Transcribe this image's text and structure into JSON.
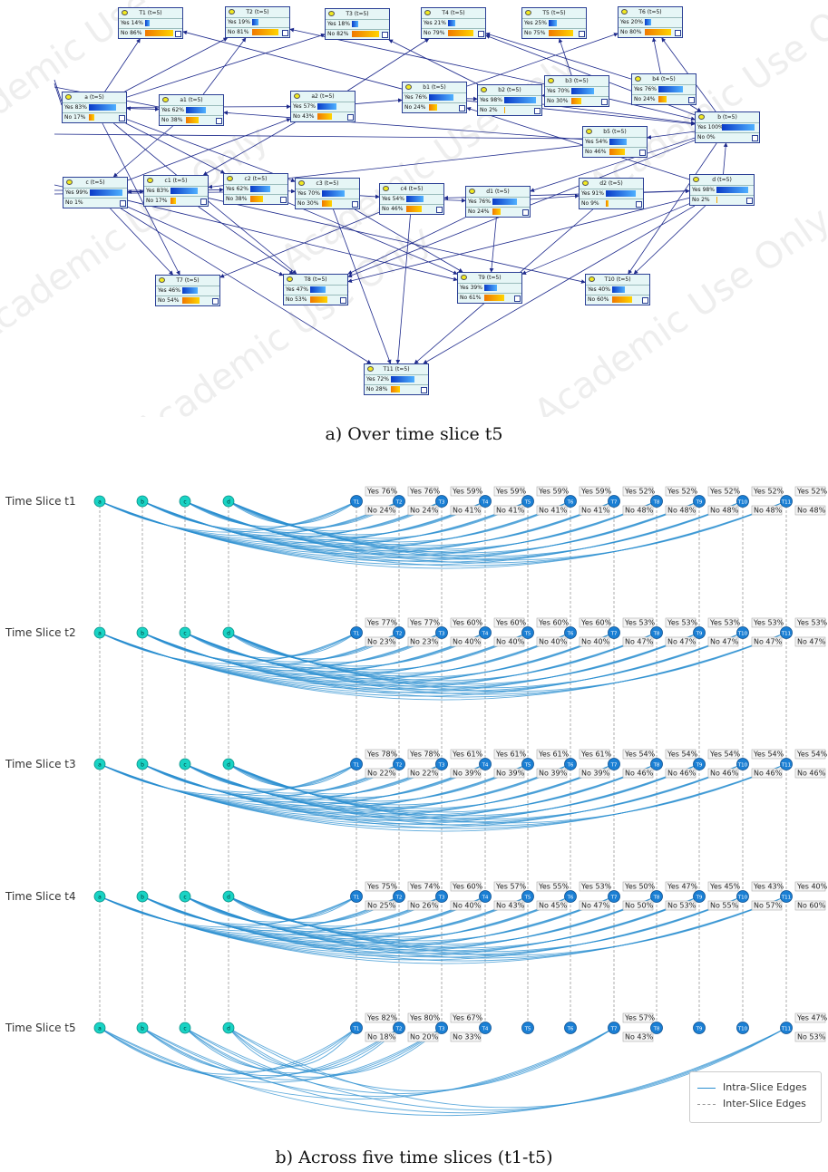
{
  "part_a": {
    "caption": "a) Over time slice t5",
    "watermark": "Academic Use Only",
    "nodes": [
      {
        "id": "T1",
        "title": "T1 (t=5)",
        "yes_label": "Yes 14%",
        "no_label": "No  86%",
        "yes": 14,
        "no": 86
      },
      {
        "id": "T2",
        "title": "T2 (t=5)",
        "yes_label": "Yes 19%",
        "no_label": "No  81%",
        "yes": 19,
        "no": 81
      },
      {
        "id": "T3",
        "title": "T3 (t=5)",
        "yes_label": "Yes 18%",
        "no_label": "No  82%",
        "yes": 18,
        "no": 82
      },
      {
        "id": "T4",
        "title": "T4 (t=5)",
        "yes_label": "Yes 21%",
        "no_label": "No  79%",
        "yes": 21,
        "no": 79
      },
      {
        "id": "T5",
        "title": "T5 (t=5)",
        "yes_label": "Yes 25%",
        "no_label": "No  75%",
        "yes": 25,
        "no": 75
      },
      {
        "id": "T6",
        "title": "T6 (t=5)",
        "yes_label": "Yes 20%",
        "no_label": "No  80%",
        "yes": 20,
        "no": 80
      },
      {
        "id": "a",
        "title": "a (t=5)",
        "yes_label": "Yes 83%",
        "no_label": "No  17%",
        "yes": 83,
        "no": 17
      },
      {
        "id": "a1",
        "title": "a1 (t=5)",
        "yes_label": "Yes 62%",
        "no_label": "No  38%",
        "yes": 62,
        "no": 38
      },
      {
        "id": "a2",
        "title": "a2 (t=5)",
        "yes_label": "Yes 57%",
        "no_label": "No  43%",
        "yes": 57,
        "no": 43
      },
      {
        "id": "b1",
        "title": "b1 (t=5)",
        "yes_label": "Yes 76%",
        "no_label": "No  24%",
        "yes": 76,
        "no": 24
      },
      {
        "id": "b2",
        "title": "b2 (t=5)",
        "yes_label": "Yes 98%",
        "no_label": "No   2%",
        "yes": 98,
        "no": 2
      },
      {
        "id": "b3",
        "title": "b3 (t=5)",
        "yes_label": "Yes 70%",
        "no_label": "No  30%",
        "yes": 70,
        "no": 30
      },
      {
        "id": "b4",
        "title": "b4 (t=5)",
        "yes_label": "Yes 76%",
        "no_label": "No  24%",
        "yes": 76,
        "no": 24
      },
      {
        "id": "b",
        "title": "b (t=5)",
        "yes_label": "Yes 100%",
        "no_label": "No    0%",
        "yes": 100,
        "no": 0
      },
      {
        "id": "b5",
        "title": "b5 (t=5)",
        "yes_label": "Yes 54%",
        "no_label": "No  46%",
        "yes": 54,
        "no": 46
      },
      {
        "id": "c",
        "title": "c (t=5)",
        "yes_label": "Yes 99%",
        "no_label": "No    1%",
        "yes": 99,
        "no": 1
      },
      {
        "id": "c1",
        "title": "c1 (t=5)",
        "yes_label": "Yes 83%",
        "no_label": "No  17%",
        "yes": 83,
        "no": 17
      },
      {
        "id": "c2",
        "title": "c2 (t=5)",
        "yes_label": "Yes 62%",
        "no_label": "No  38%",
        "yes": 62,
        "no": 38
      },
      {
        "id": "c3",
        "title": "c3 (t=5)",
        "yes_label": "Yes 70%",
        "no_label": "No  30%",
        "yes": 70,
        "no": 30
      },
      {
        "id": "c4",
        "title": "c4 (t=5)",
        "yes_label": "Yes 54%",
        "no_label": "No  46%",
        "yes": 54,
        "no": 46
      },
      {
        "id": "d1",
        "title": "d1 (t=5)",
        "yes_label": "Yes 76%",
        "no_label": "No  24%",
        "yes": 76,
        "no": 24
      },
      {
        "id": "d2",
        "title": "d2 (t=5)",
        "yes_label": "Yes 91%",
        "no_label": "No   9%",
        "yes": 91,
        "no": 9
      },
      {
        "id": "d",
        "title": "d (t=5)",
        "yes_label": "Yes 98%",
        "no_label": "No   2%",
        "yes": 98,
        "no": 2
      },
      {
        "id": "T7",
        "title": "T7 (t=5)",
        "yes_label": "Yes 46%",
        "no_label": "No  54%",
        "yes": 46,
        "no": 54
      },
      {
        "id": "T8",
        "title": "T8 (t=5)",
        "yes_label": "Yes 47%",
        "no_label": "No  53%",
        "yes": 47,
        "no": 53
      },
      {
        "id": "T9",
        "title": "T9 (t=5)",
        "yes_label": "Yes 39%",
        "no_label": "No  61%",
        "yes": 39,
        "no": 61
      },
      {
        "id": "T10",
        "title": "T10 (t=5)",
        "yes_label": "Yes 40%",
        "no_label": "No  60%",
        "yes": 40,
        "no": 60
      },
      {
        "id": "T11",
        "title": "T11 (t=5)",
        "yes_label": "Yes 72%",
        "no_label": "No  28%",
        "yes": 72,
        "no": 28
      }
    ],
    "edges": [
      [
        "a",
        "T1"
      ],
      [
        "a",
        "T2"
      ],
      [
        "a",
        "T3"
      ],
      [
        "a",
        "a1"
      ],
      [
        "a",
        "a2"
      ],
      [
        "a",
        "c2"
      ],
      [
        "a",
        "c3"
      ],
      [
        "a",
        "T7"
      ],
      [
        "a",
        "T8"
      ],
      [
        "a1",
        "T2"
      ],
      [
        "a1",
        "c"
      ],
      [
        "a1",
        "a"
      ],
      [
        "a2",
        "T4"
      ],
      [
        "a2",
        "b1"
      ],
      [
        "a2",
        "c1"
      ],
      [
        "b1",
        "T1"
      ],
      [
        "b1",
        "T6"
      ],
      [
        "b1",
        "b2"
      ],
      [
        "b1",
        "b"
      ],
      [
        "b2",
        "T3"
      ],
      [
        "b2",
        "b"
      ],
      [
        "b3",
        "T5"
      ],
      [
        "b3",
        "b2"
      ],
      [
        "b3",
        "b"
      ],
      [
        "b3",
        "T2"
      ],
      [
        "b4",
        "T6"
      ],
      [
        "b4",
        "b"
      ],
      [
        "b4",
        "T4"
      ],
      [
        "b",
        "T6"
      ],
      [
        "b",
        "T4"
      ],
      [
        "b",
        "b5"
      ],
      [
        "b",
        "d1"
      ],
      [
        "b",
        "T8"
      ],
      [
        "b",
        "T10"
      ],
      [
        "b5",
        "c1"
      ],
      [
        "b5",
        "a1"
      ],
      [
        "c",
        "c1"
      ],
      [
        "c",
        "T7"
      ],
      [
        "c",
        "T8"
      ],
      [
        "c",
        "T11"
      ],
      [
        "c",
        "a2"
      ],
      [
        "c",
        "T9"
      ],
      [
        "c1",
        "c2"
      ],
      [
        "c1",
        "T8"
      ],
      [
        "c1",
        "T10"
      ],
      [
        "c1",
        "c"
      ],
      [
        "c2",
        "c3"
      ],
      [
        "c2",
        "T9"
      ],
      [
        "c3",
        "c4"
      ],
      [
        "c3",
        "T9"
      ],
      [
        "c3",
        "T11"
      ],
      [
        "c4",
        "d1"
      ],
      [
        "c4",
        "T7"
      ],
      [
        "c4",
        "T11"
      ],
      [
        "d1",
        "d2"
      ],
      [
        "d1",
        "T9"
      ],
      [
        "d1",
        "T8"
      ],
      [
        "d2",
        "d"
      ],
      [
        "d2",
        "T11"
      ],
      [
        "d",
        "T10"
      ],
      [
        "d",
        "b"
      ],
      [
        "d",
        "T9"
      ],
      [
        "d",
        "T11"
      ],
      [
        "d",
        "T8"
      ],
      [
        "d",
        "b1"
      ],
      [
        "d",
        "c4"
      ]
    ]
  },
  "part_b": {
    "caption": "b) Across five time slices (t1-t5)",
    "small_nodes": [
      "a",
      "b",
      "c",
      "d"
    ],
    "t_nodes": [
      "T1",
      "T2",
      "T3",
      "T4",
      "T5",
      "T6",
      "T7",
      "T8",
      "T9",
      "T10",
      "T11"
    ],
    "slices": [
      {
        "label": "Time Slice t1",
        "yes": [
          "Yes 76%",
          "Yes 76%",
          "Yes 59%",
          "Yes 59%",
          "Yes 59%",
          "Yes 59%",
          "Yes 52%",
          "Yes 52%",
          "Yes 52%",
          "Yes 52%",
          "Yes 52%"
        ],
        "no": [
          "No 24%",
          "No 24%",
          "No 41%",
          "No 41%",
          "No 41%",
          "No 41%",
          "No 48%",
          "No 48%",
          "No 48%",
          "No 48%",
          "No 48%"
        ]
      },
      {
        "label": "Time Slice t2",
        "yes": [
          "Yes 77%",
          "Yes 77%",
          "Yes 60%",
          "Yes 60%",
          "Yes 60%",
          "Yes 60%",
          "Yes 53%",
          "Yes 53%",
          "Yes 53%",
          "Yes 53%",
          "Yes 53%"
        ],
        "no": [
          "No 23%",
          "No 23%",
          "No 40%",
          "No 40%",
          "No 40%",
          "No 40%",
          "No 47%",
          "No 47%",
          "No 47%",
          "No 47%",
          "No 47%"
        ]
      },
      {
        "label": "Time Slice t3",
        "yes": [
          "Yes 78%",
          "Yes 78%",
          "Yes 61%",
          "Yes 61%",
          "Yes 61%",
          "Yes 61%",
          "Yes 54%",
          "Yes 54%",
          "Yes 54%",
          "Yes 54%",
          "Yes 54%"
        ],
        "no": [
          "No 22%",
          "No 22%",
          "No 39%",
          "No 39%",
          "No 39%",
          "No 39%",
          "No 46%",
          "No 46%",
          "No 46%",
          "No 46%",
          "No 46%"
        ]
      },
      {
        "label": "Time Slice t4",
        "yes": [
          "Yes 75%",
          "Yes 74%",
          "Yes 60%",
          "Yes 57%",
          "Yes 55%",
          "Yes 53%",
          "Yes 50%",
          "Yes 47%",
          "Yes 45%",
          "Yes 43%",
          "Yes 40%"
        ],
        "no": [
          "No 25%",
          "No 26%",
          "No 40%",
          "No 43%",
          "No 45%",
          "No 47%",
          "No 50%",
          "No 53%",
          "No 55%",
          "No 57%",
          "No 60%"
        ]
      },
      {
        "label": "Time Slice t5",
        "yes": [
          "Yes 82%",
          "Yes 80%",
          "Yes 67%",
          "",
          "",
          "",
          "Yes 57%",
          "",
          "",
          "",
          "Yes 47%"
        ],
        "no": [
          "No 18%",
          "No 20%",
          "No 33%",
          "",
          "",
          "",
          "No 43%",
          "",
          "",
          "",
          "No 53%"
        ]
      }
    ],
    "legend": {
      "intra": "Intra-Slice Edges",
      "inter": "Inter-Slice Edges"
    },
    "colors": {
      "small_node": "#19d3c4",
      "t_node": "#1a7fd4",
      "intra_edge": "#2b8fd0",
      "inter_edge": "#9a9a9a"
    }
  }
}
